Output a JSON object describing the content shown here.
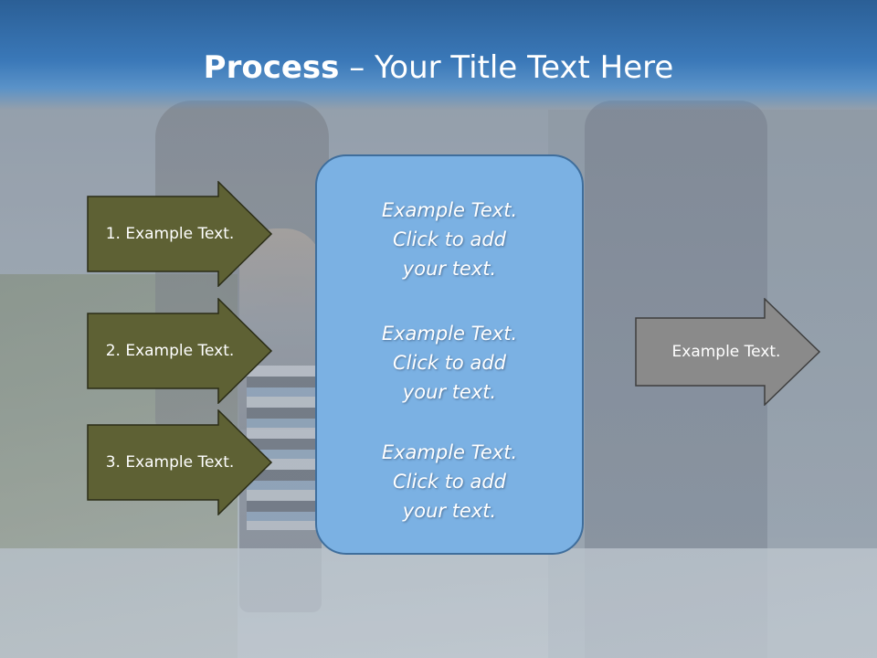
{
  "title": {
    "bold": "Process",
    "dash": " – ",
    "rest": "Your Title Text Here"
  },
  "left_arrows": [
    {
      "label": "1. Example Text."
    },
    {
      "label": "2. Example Text."
    },
    {
      "label": "3. Example Text."
    }
  ],
  "center_box": {
    "paragraphs": [
      {
        "line1": "Example Text.",
        "line2": "Click  to add",
        "line3": "your text."
      },
      {
        "line1": "Example Text.",
        "line2": "Click  to add",
        "line3": "your text."
      },
      {
        "line1": "Example Text.",
        "line2": "Click  to add",
        "line3": "your text."
      }
    ]
  },
  "right_arrow": {
    "label": "Example Text."
  },
  "colors": {
    "title_band": "#3a78b8",
    "left_arrow_fill": "#5e6134",
    "right_arrow_fill": "#8a8a8a",
    "center_box_fill": "#7bb1e3",
    "center_box_border": "#3f6e9c"
  }
}
